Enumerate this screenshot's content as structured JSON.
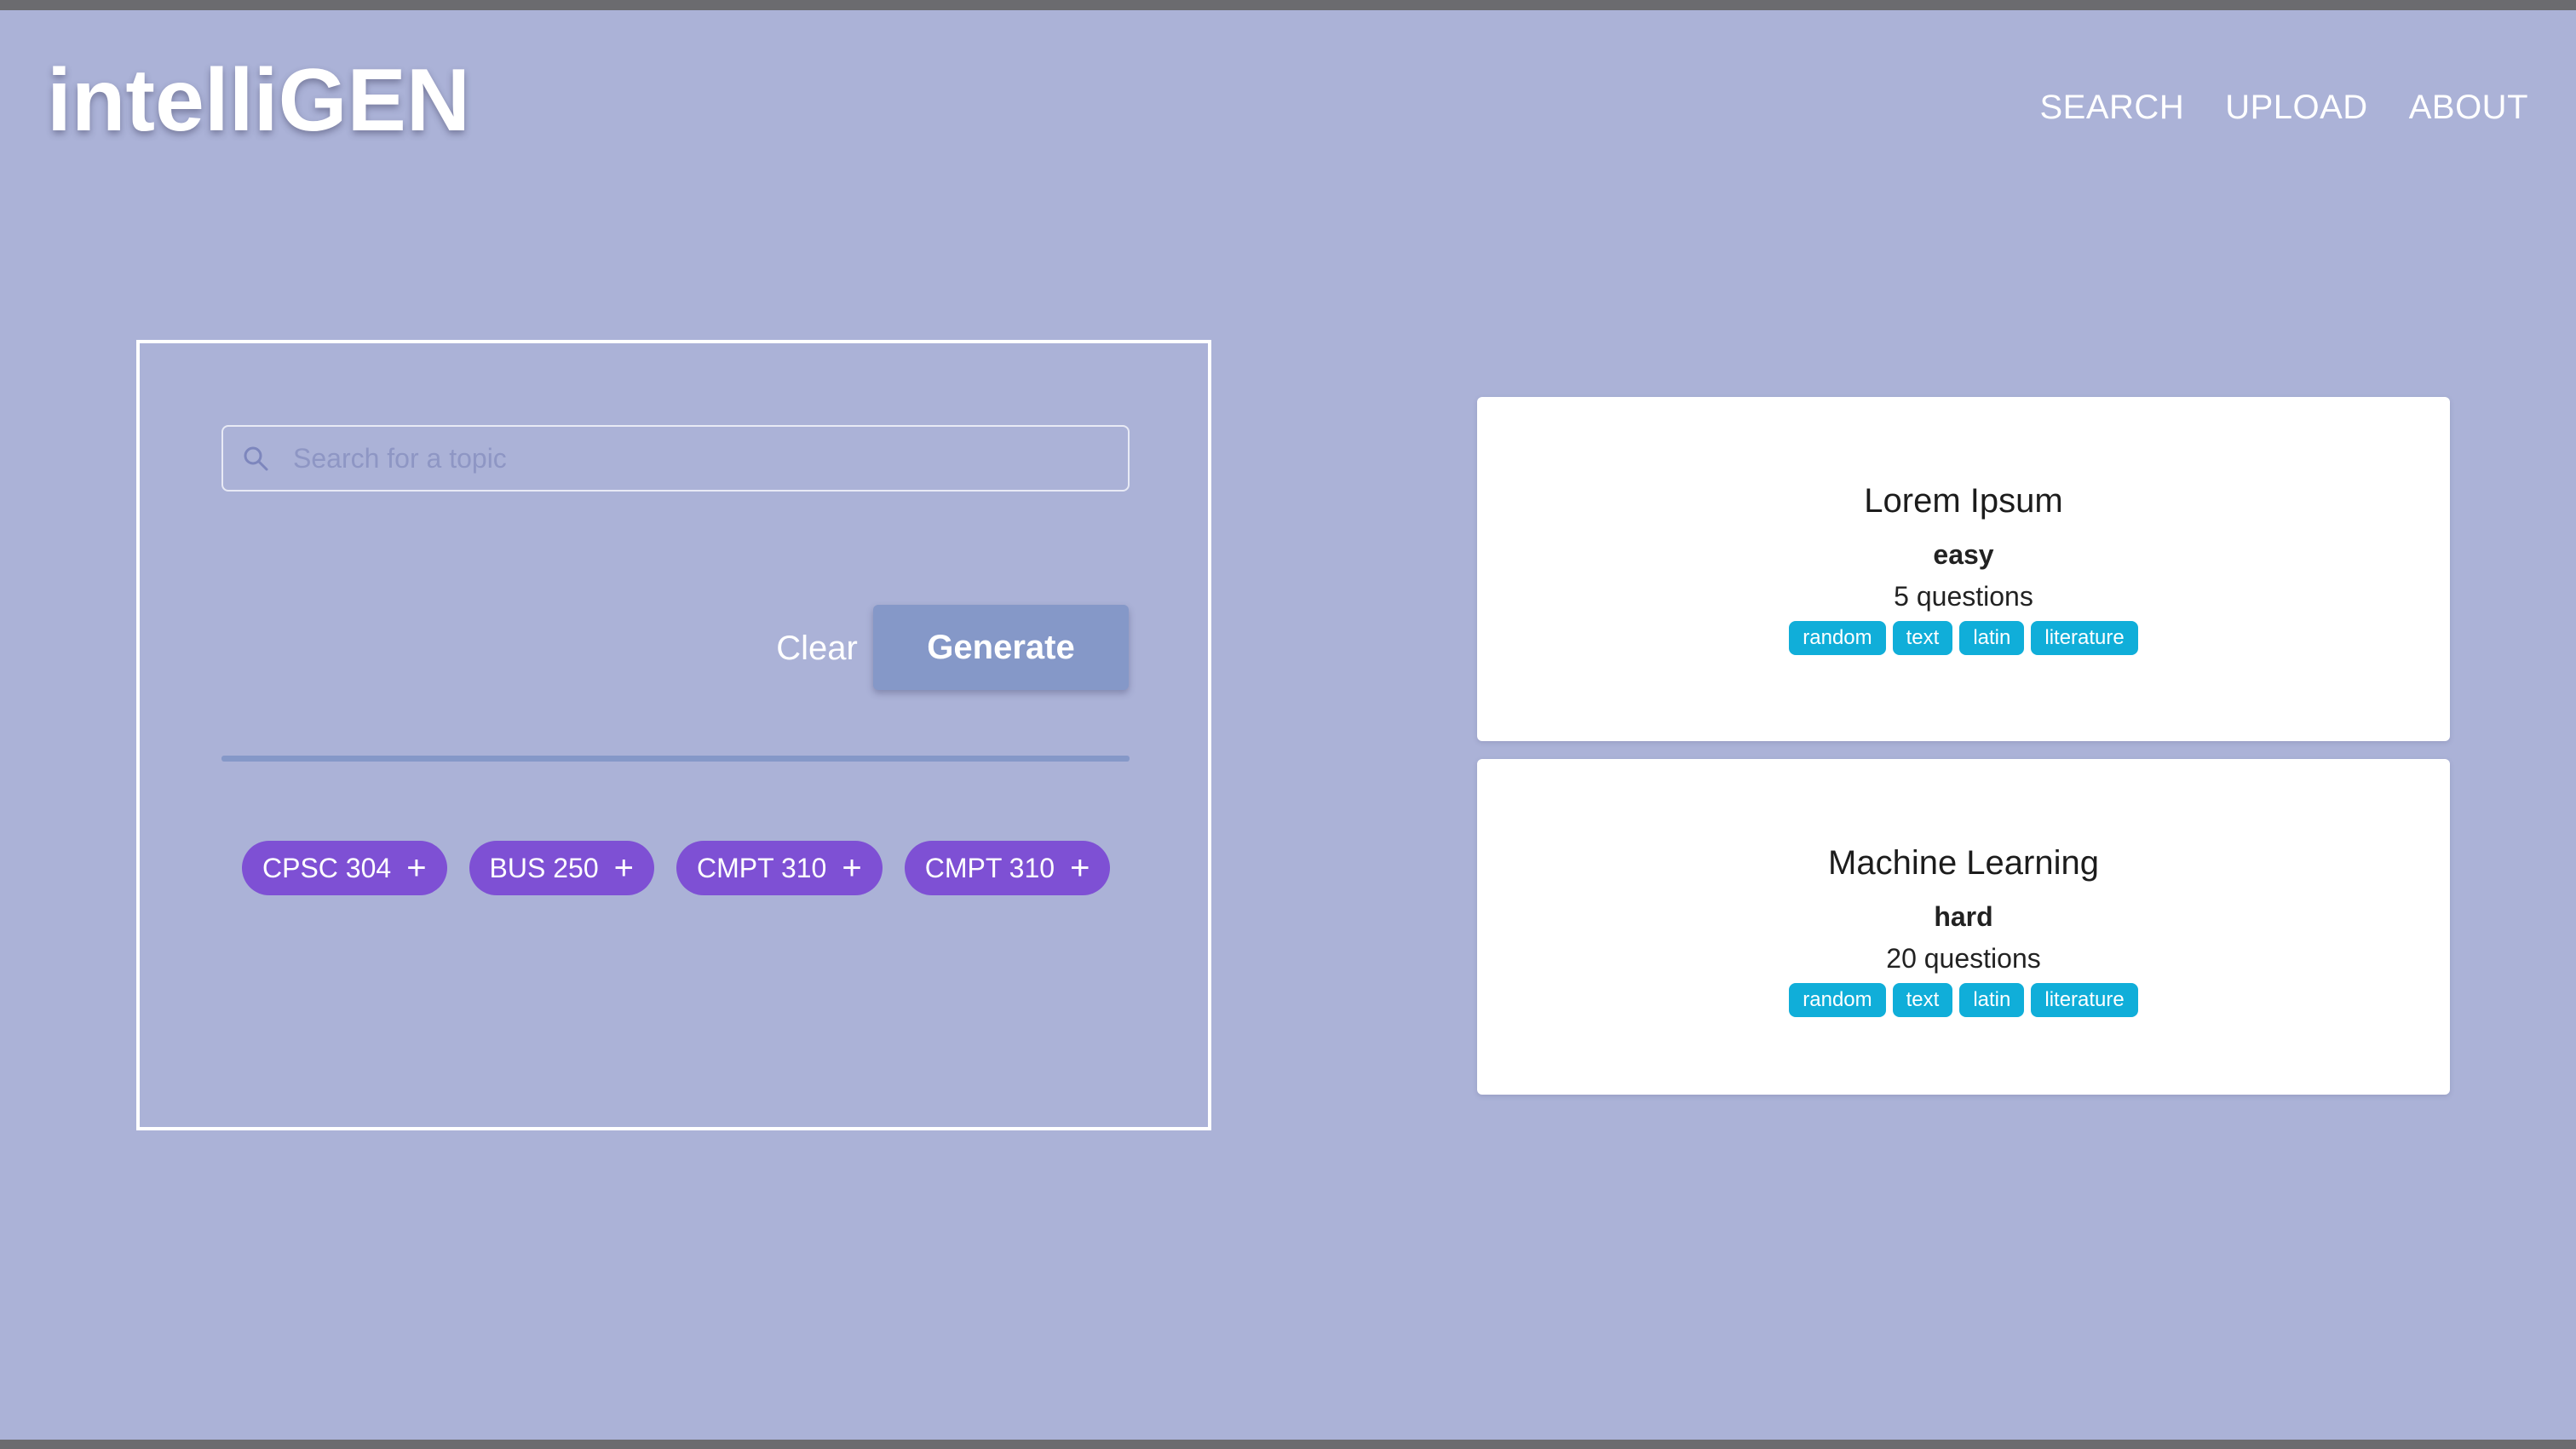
{
  "app": {
    "logo": "intelliGEN"
  },
  "nav": [
    {
      "label": "SEARCH"
    },
    {
      "label": "UPLOAD"
    },
    {
      "label": "ABOUT"
    }
  ],
  "search": {
    "placeholder": "Search for a topic",
    "value": ""
  },
  "actions": {
    "clear_label": "Clear",
    "generate_label": "Generate"
  },
  "chips": [
    {
      "label": "CPSC 304"
    },
    {
      "label": "BUS 250"
    },
    {
      "label": "CMPT 310"
    },
    {
      "label": "CMPT 310"
    }
  ],
  "cards": [
    {
      "title": "Lorem Ipsum",
      "difficulty": "easy",
      "questions": "5 questions",
      "tags": [
        "random",
        "text",
        "latin",
        "literature"
      ]
    },
    {
      "title": "Machine Learning",
      "difficulty": "hard",
      "questions": "20 questions",
      "tags": [
        "random",
        "text",
        "latin",
        "literature"
      ]
    }
  ],
  "colors": {
    "background": "#abb2d7",
    "accent": "#7e50d4",
    "tag": "#10aed9",
    "button": "#8598c8"
  }
}
